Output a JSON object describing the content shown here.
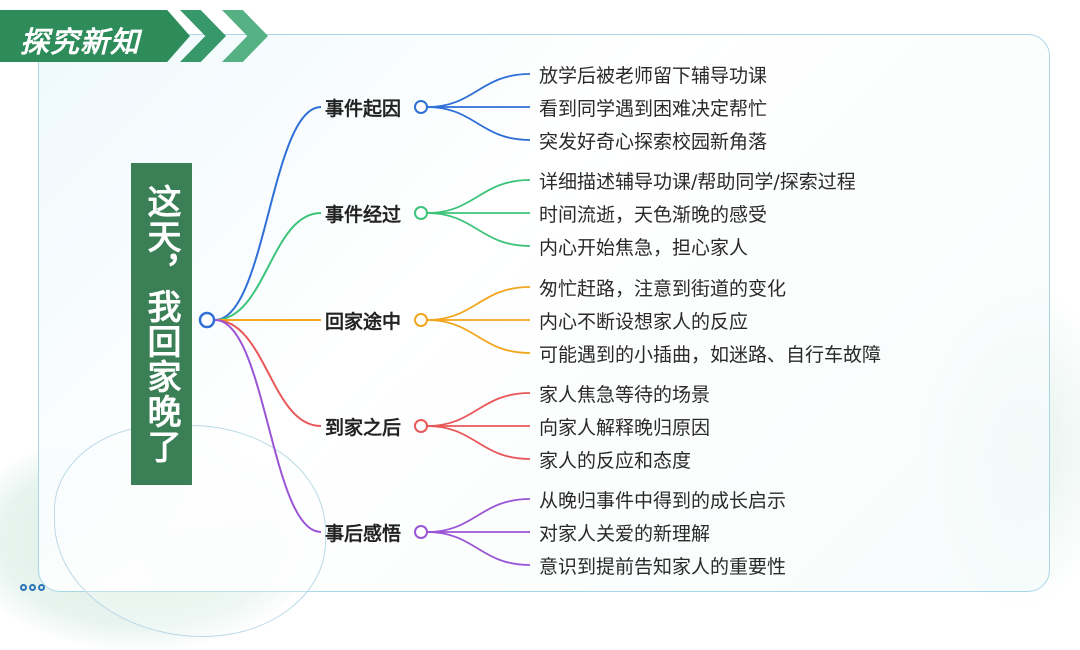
{
  "header": {
    "title": "探究新知"
  },
  "center": {
    "text": "这天，我回家晚了",
    "color": "#3a7f55"
  },
  "branches": [
    {
      "label": "事件起因",
      "color": "#2f6fd8",
      "items": [
        "放学后被老师留下辅导功课",
        "看到同学遇到困难决定帮忙",
        "突发好奇心探索校园新角落"
      ]
    },
    {
      "label": "事件经过",
      "color": "#3ec47a",
      "items": [
        "详细描述辅导功课/帮助同学/探索过程",
        "时间流逝，天色渐晚的感受",
        "内心开始焦急，担心家人"
      ]
    },
    {
      "label": "回家途中",
      "color": "#f2a61e",
      "items": [
        "匆忙赶路，注意到街道的变化",
        "内心不断设想家人的反应",
        "可能遇到的小插曲，如迷路、自行车故障"
      ]
    },
    {
      "label": "到家之后",
      "color": "#e8585a",
      "items": [
        "家人焦急等待的场景",
        "向家人解释晚归原因",
        "家人的反应和态度"
      ]
    },
    {
      "label": "事后感悟",
      "color": "#9a55d6",
      "items": [
        "从晚归事件中得到的成长启示",
        "对家人关爱的新理解",
        "意识到提前告知家人的重要性"
      ]
    }
  ]
}
